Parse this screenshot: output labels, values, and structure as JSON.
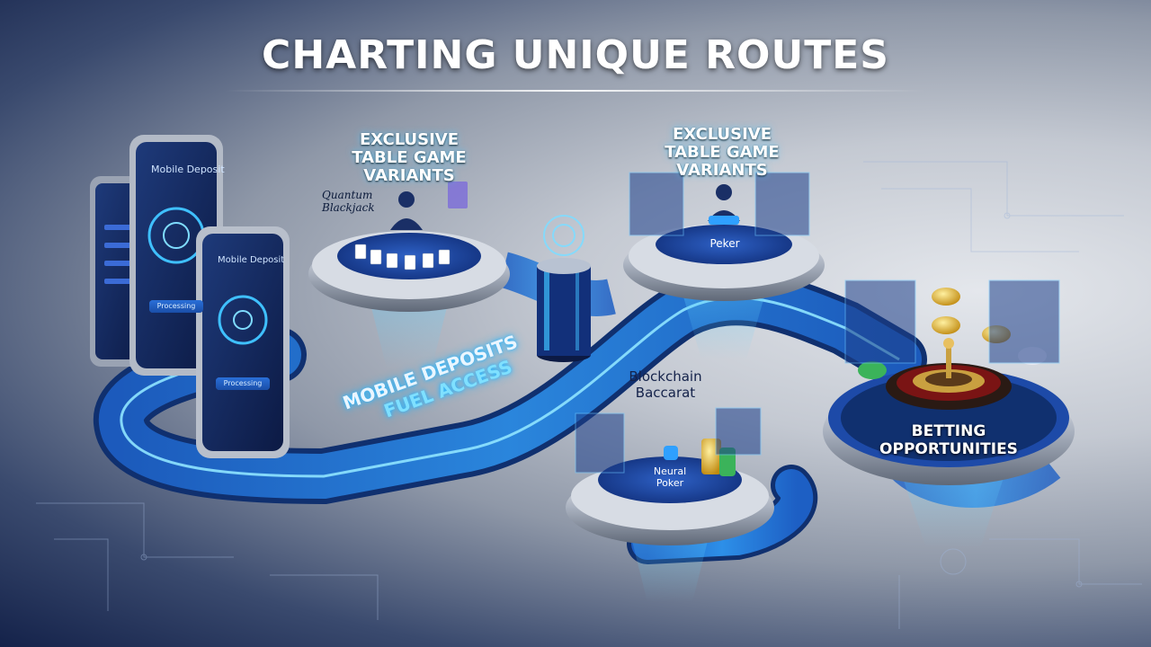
{
  "title": "CHARTING UNIQUE ROUTES",
  "colors": {
    "accent_cyan": "#29b6ff",
    "navy": "#14224a",
    "silver": "#c4c9d2"
  },
  "stations": {
    "quantum_blackjack": {
      "header_line1": "EXCLUSIVE",
      "header_line2": "TABLE GAME",
      "header_line3": "VARIANTS",
      "label_line1": "Quantum",
      "label_line2": "Blackjack"
    },
    "peker": {
      "header_line1": "EXCLUSIVE",
      "header_line2": "TABLE GAME",
      "header_line3": "VARIANTS",
      "table_label": "Peker"
    },
    "neural_poker": {
      "header_line1": "Blockchain",
      "header_line2": "Baccarat",
      "table_label_line1": "Neural",
      "table_label_line2": "Poker"
    },
    "roulette": {
      "label_line1": "BETTING",
      "label_line2": "OPPORTUNITIES"
    }
  },
  "track_text": {
    "line1": "MOBILE DEPOSITS",
    "line2": "FUEL ACCESS"
  },
  "phones": {
    "phone_back_label": "Mobile Deposit",
    "phone_front_label": "Mobile Deposit",
    "phone_back_button": "Processing",
    "phone_front_button": "Processing"
  },
  "icons": [
    "fingerprint-icon",
    "card-icon",
    "chip-icon",
    "roulette-icon",
    "dealer-icon"
  ]
}
